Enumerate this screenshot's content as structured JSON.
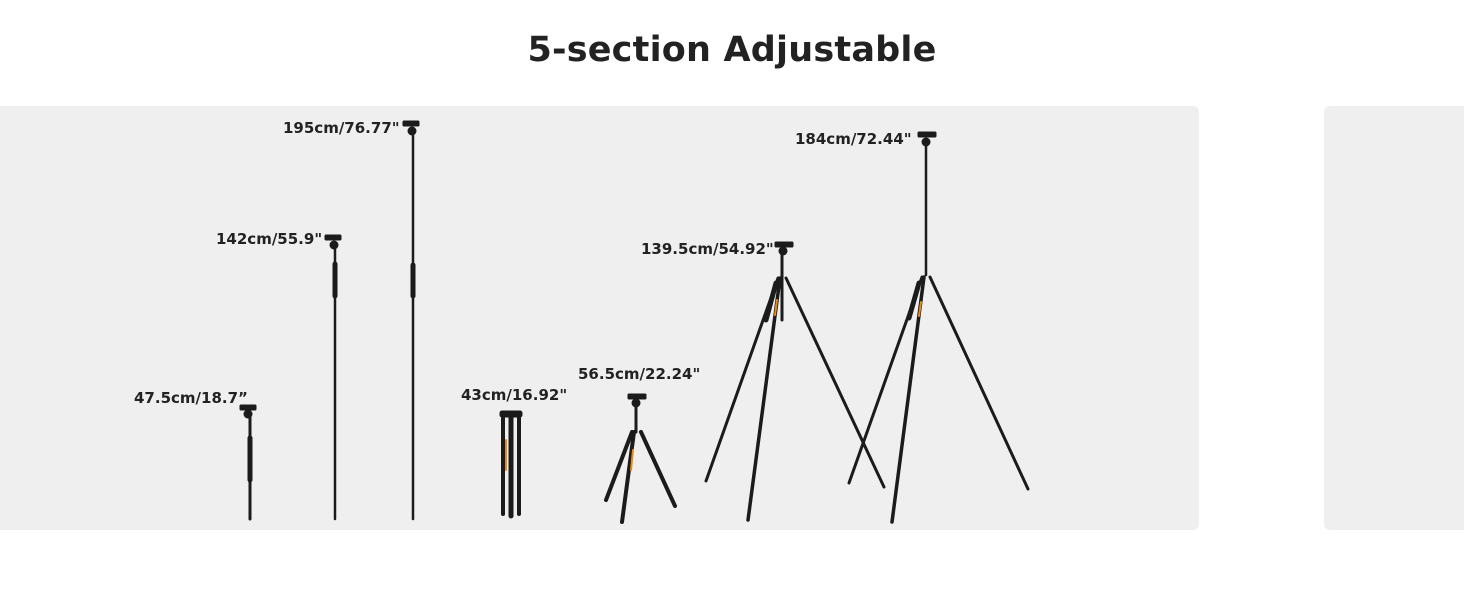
{
  "title": "5-section Adjustable",
  "labels": {
    "monopod_min": "47.5cm/18.7”",
    "monopod_mid": "142cm/55.9\"",
    "monopod_max": "195cm/76.77\"",
    "folded": "43cm/16.92\"",
    "tripod_min": "56.5cm/22.24\"",
    "tripod_mid": "139.5cm/54.92\"",
    "tripod_max": "184cm/72.44\""
  },
  "colors": {
    "panel": "#efefef",
    "accent": "#e88a1a",
    "tube": "#1b1b1b"
  }
}
